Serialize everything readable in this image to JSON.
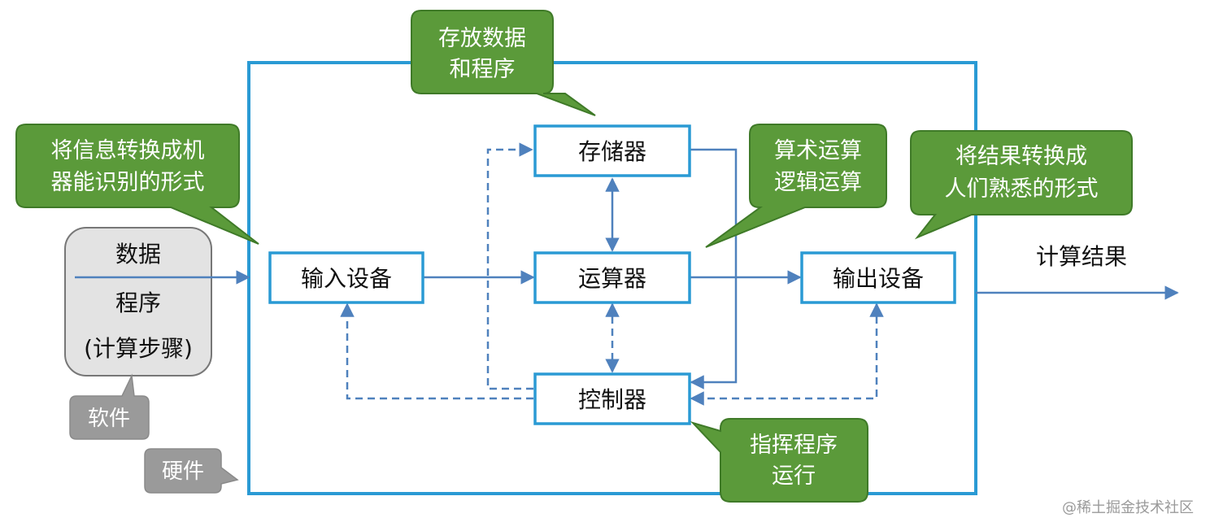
{
  "colors": {
    "frame": "#2a9ad4",
    "arrow": "#4f81bd",
    "callout_fill": "#5b9a3a",
    "callout_stroke": "#3f7a28",
    "software_fill": "#e3e3e3",
    "tag_fill": "#9a9a9a",
    "text": "#111111",
    "watermark": "#9a9a9a"
  },
  "components": {
    "input": "输入设备",
    "memory": "存储器",
    "alu": "运算器",
    "control": "控制器",
    "output": "输出设备"
  },
  "software": {
    "line1": "数据",
    "line2": "程序",
    "line3": "(计算步骤)"
  },
  "tags": {
    "software": "软件",
    "hardware": "硬件"
  },
  "callouts": {
    "memory": {
      "line1": "存放数据",
      "line2": "和程序"
    },
    "input": {
      "line1": "将信息转换成机",
      "line2": "器能识别的形式"
    },
    "alu": {
      "line1": "算术运算",
      "line2": "逻辑运算"
    },
    "output": {
      "line1": "将结果转换成",
      "line2": "人们熟悉的形式"
    },
    "control": {
      "line1": "指挥程序",
      "line2": "运行"
    }
  },
  "result_label": "计算结果",
  "watermark": "@稀土掘金技术社区"
}
